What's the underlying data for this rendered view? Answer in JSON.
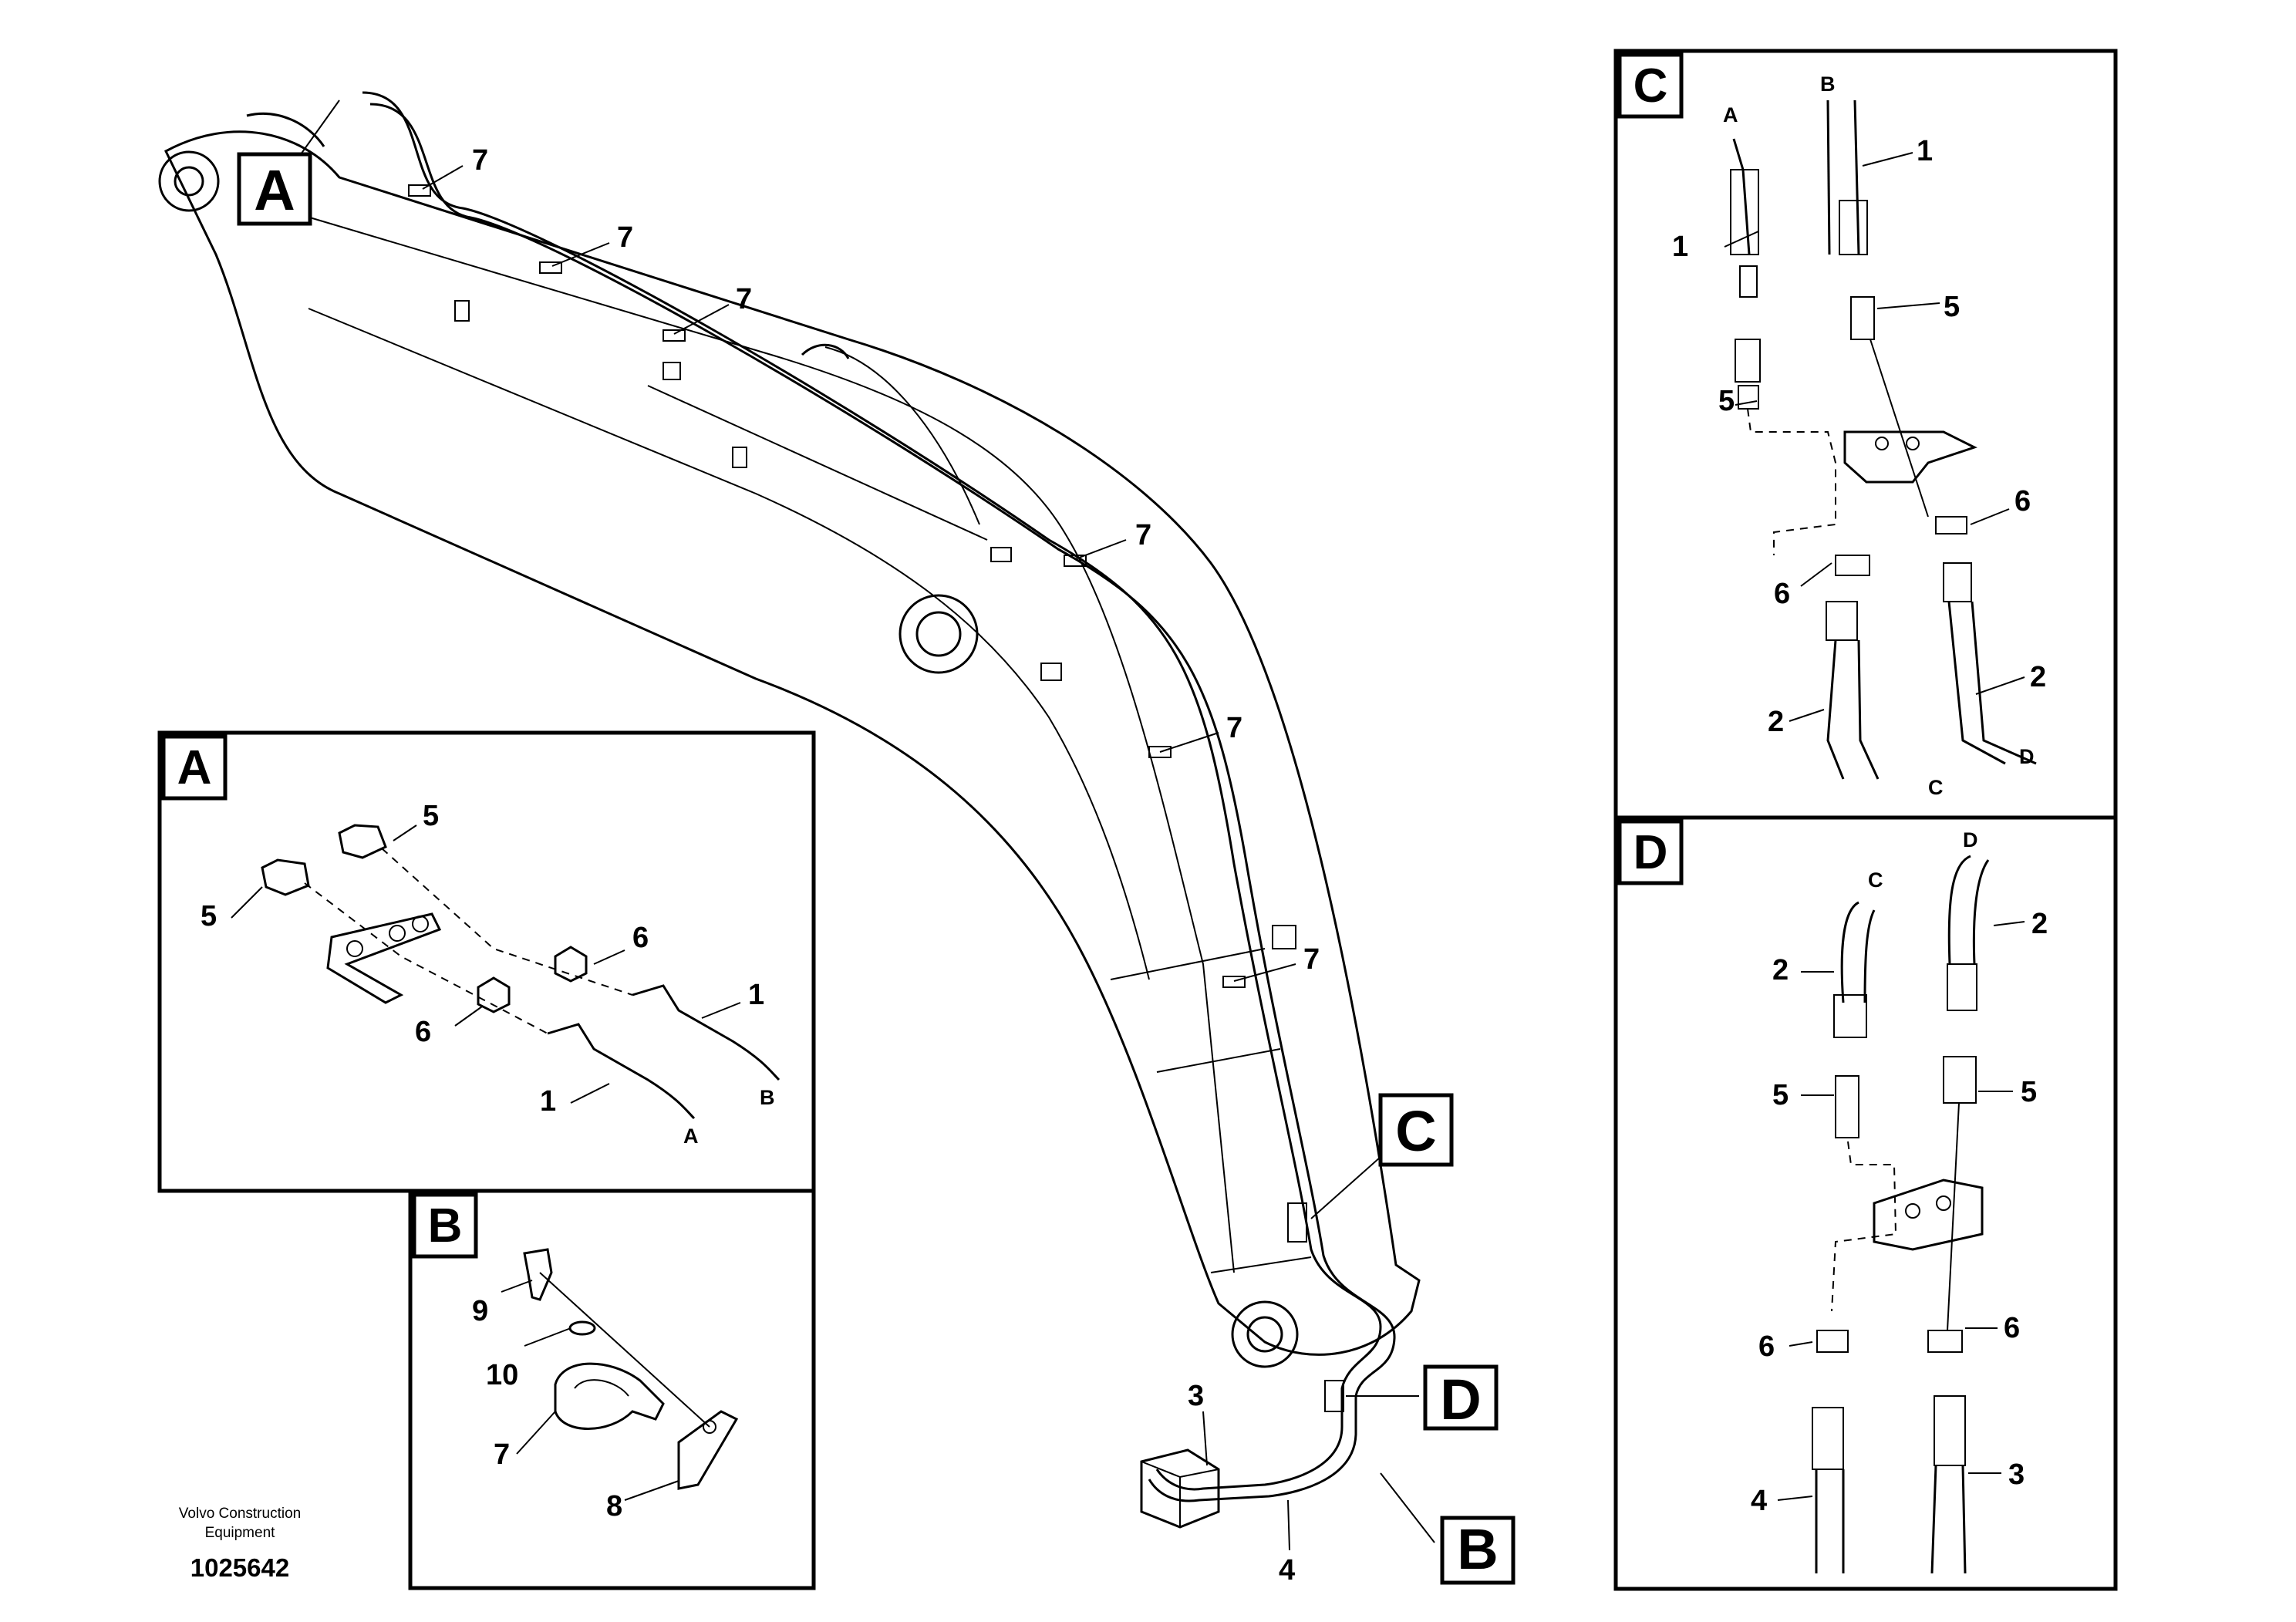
{
  "footer": {
    "company_line1": "Volvo Construction",
    "company_line2": "Equipment",
    "part_number": "1025642"
  },
  "callouts": {
    "a": "A",
    "b": "B",
    "c": "C",
    "d": "D"
  },
  "items": {
    "n1": "1",
    "n2": "2",
    "n3": "3",
    "n4": "4",
    "n5": "5",
    "n6": "6",
    "n7": "7",
    "n8": "8",
    "n9": "9",
    "n10": "10"
  },
  "hose_ends": {
    "a": "A",
    "b": "B",
    "c": "C",
    "d": "D"
  }
}
